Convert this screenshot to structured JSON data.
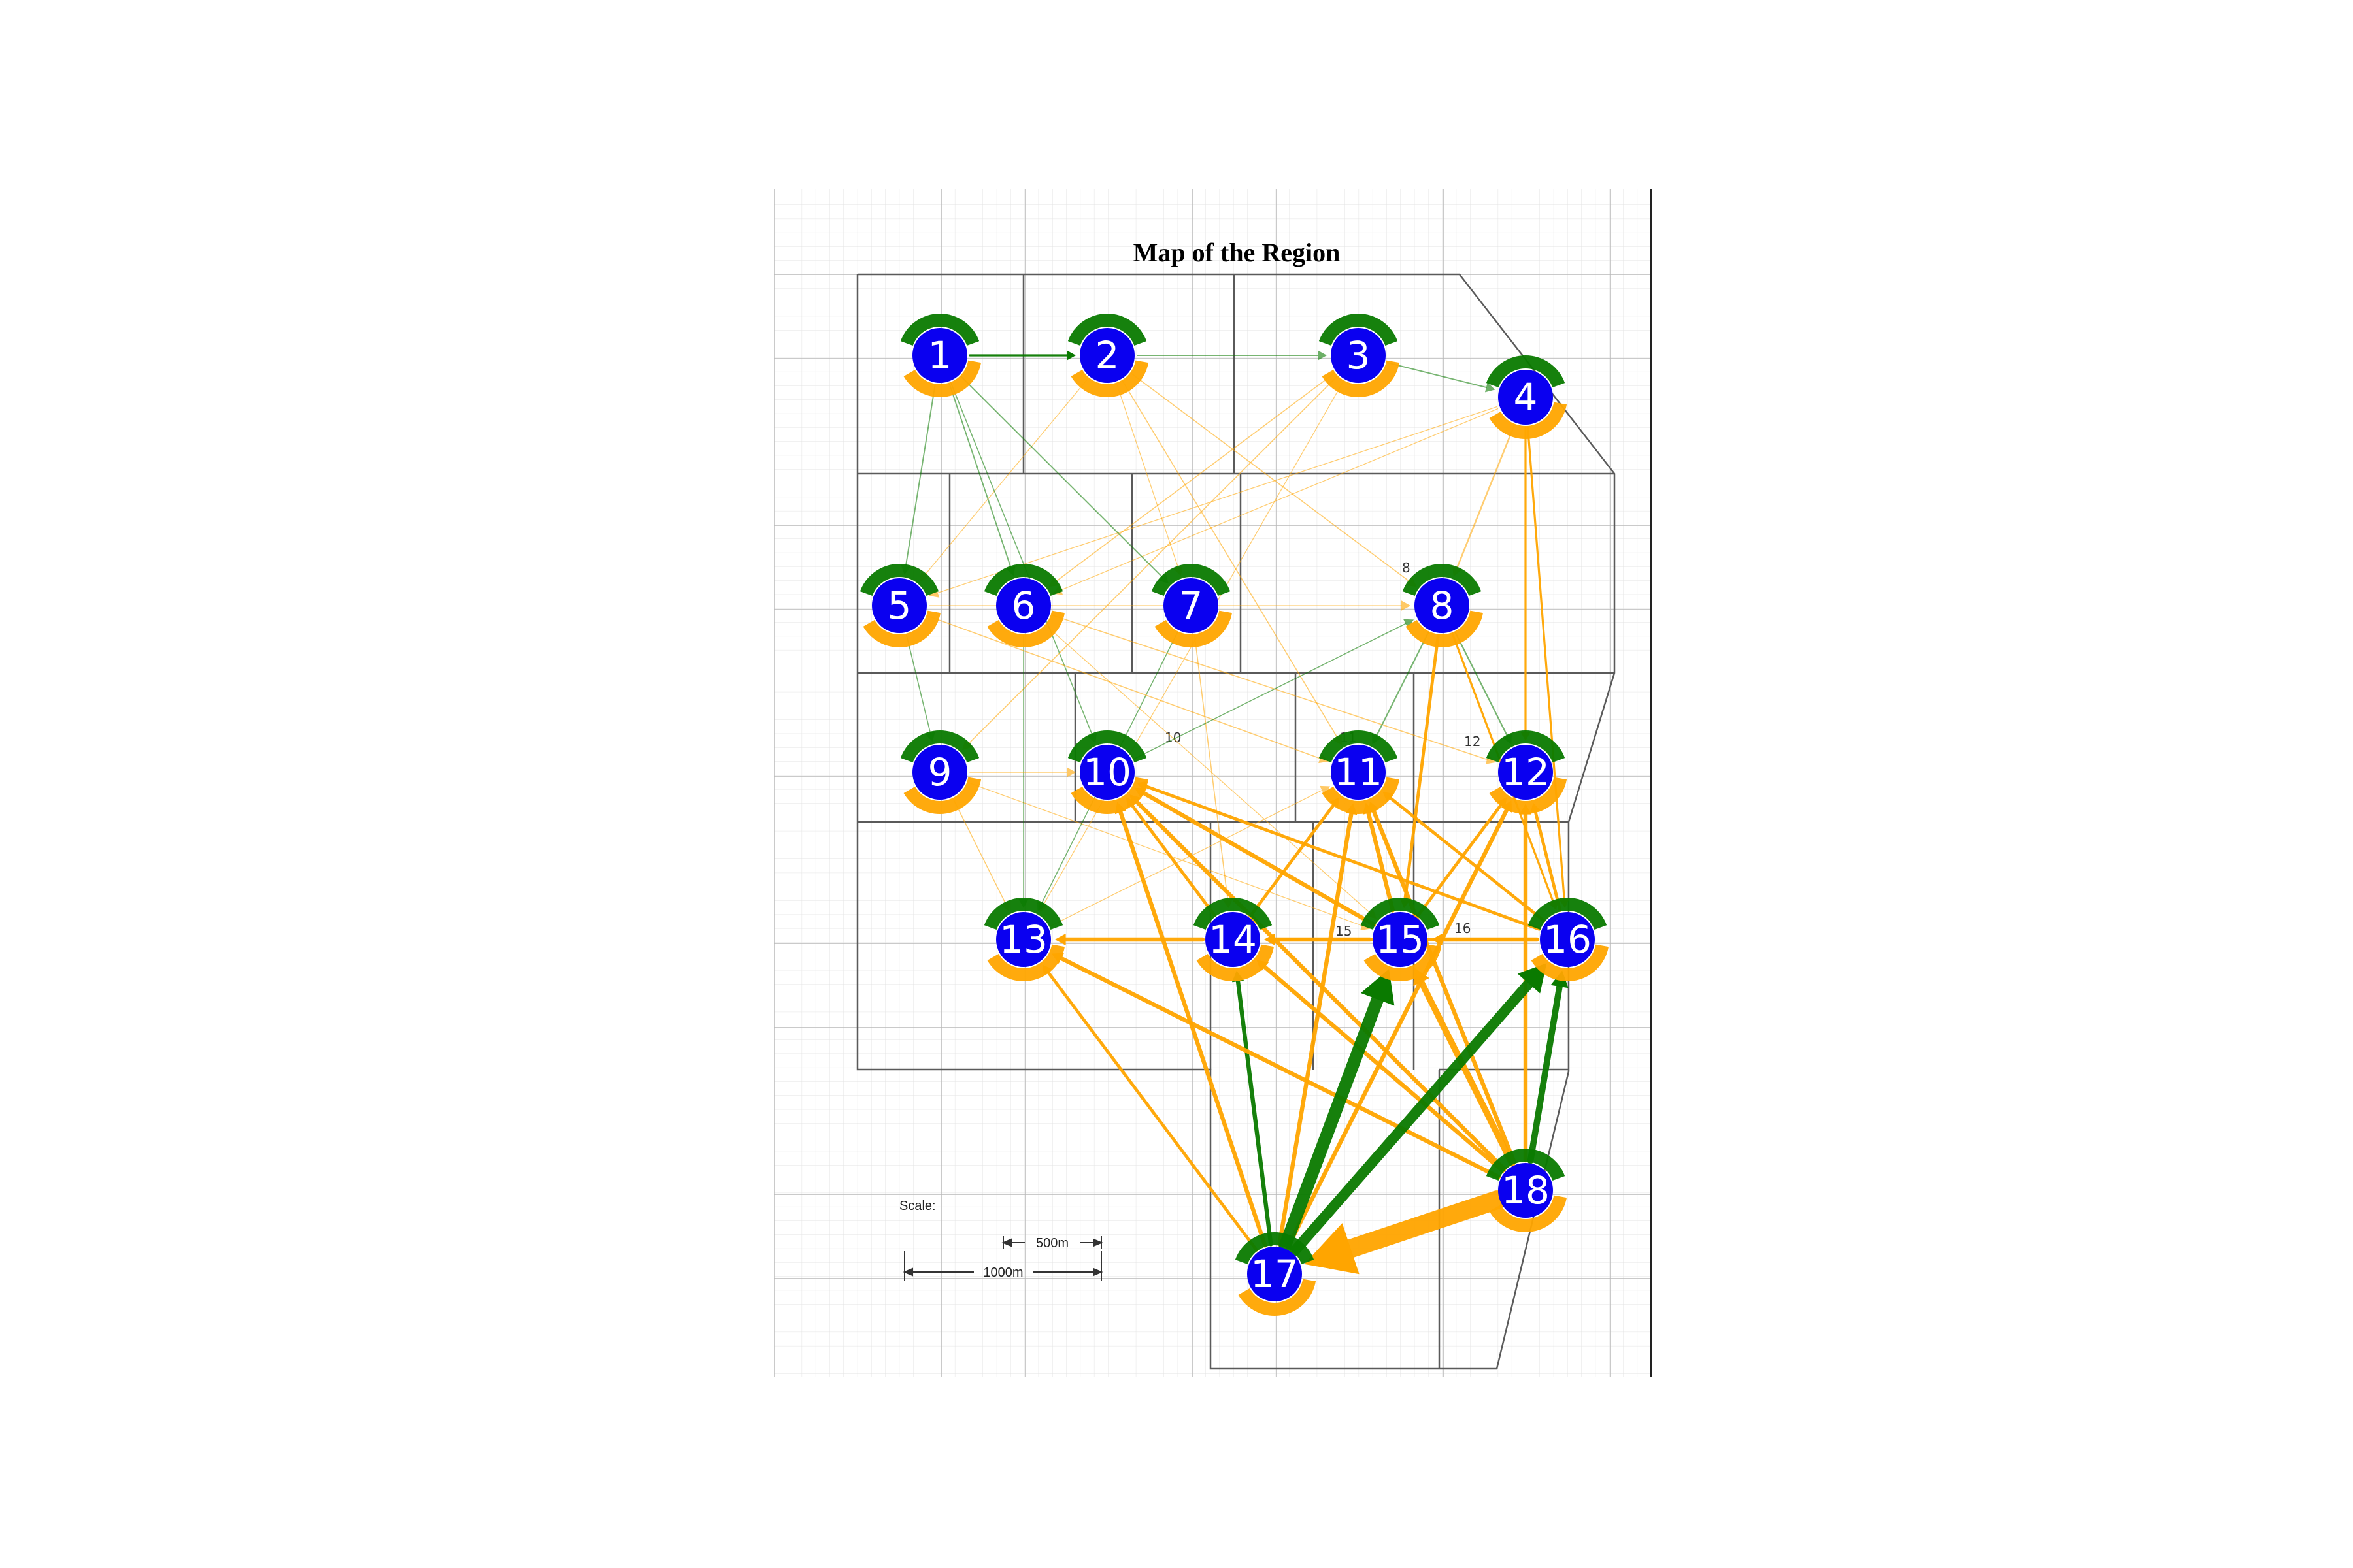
{
  "title": "Map of the Region",
  "colors": {
    "node_fill": "#0a00f0",
    "node_text": "#ffffff",
    "flow_out": "#ffa500",
    "flow_in": "#0a7a00",
    "grid": "#cfcfcf",
    "boundary": "#555555"
  },
  "nodes": [
    {
      "id": "1",
      "label": "1"
    },
    {
      "id": "2",
      "label": "2"
    },
    {
      "id": "3",
      "label": "3"
    },
    {
      "id": "4",
      "label": "4"
    },
    {
      "id": "5",
      "label": "5"
    },
    {
      "id": "6",
      "label": "6"
    },
    {
      "id": "7",
      "label": "7"
    },
    {
      "id": "8",
      "label": "8"
    },
    {
      "id": "9",
      "label": "9"
    },
    {
      "id": "10",
      "label": "10"
    },
    {
      "id": "11",
      "label": "11"
    },
    {
      "id": "12",
      "label": "12"
    },
    {
      "id": "13",
      "label": "13"
    },
    {
      "id": "14",
      "label": "14"
    },
    {
      "id": "15",
      "label": "15"
    },
    {
      "id": "16",
      "label": "16"
    },
    {
      "id": "17",
      "label": "17"
    },
    {
      "id": "18",
      "label": "18"
    }
  ],
  "zone_labels": [
    "8",
    "10",
    "11",
    "12",
    "15",
    "16"
  ],
  "scale": {
    "label": "Scale:",
    "short_bar": "500m",
    "long_bar": "1000m"
  },
  "flows": [
    {
      "from": "18",
      "to": "17",
      "color": "flow_out",
      "weight": 9
    },
    {
      "from": "17",
      "to": "15",
      "color": "flow_in",
      "weight": 6
    },
    {
      "from": "17",
      "to": "16",
      "color": "flow_in",
      "weight": 5
    },
    {
      "from": "18",
      "to": "16",
      "color": "flow_in",
      "weight": 3
    },
    {
      "from": "17",
      "to": "14",
      "color": "flow_in",
      "weight": 2
    },
    {
      "from": "18",
      "to": "15",
      "color": "flow_out",
      "weight": 3
    },
    {
      "from": "18",
      "to": "14",
      "color": "flow_out",
      "weight": 2
    },
    {
      "from": "18",
      "to": "13",
      "color": "flow_out",
      "weight": 2
    },
    {
      "from": "18",
      "to": "12",
      "color": "flow_out",
      "weight": 2
    },
    {
      "from": "18",
      "to": "11",
      "color": "flow_out",
      "weight": 2
    },
    {
      "from": "18",
      "to": "10",
      "color": "flow_out",
      "weight": 2
    },
    {
      "from": "17",
      "to": "13",
      "color": "flow_out",
      "weight": 1.5
    },
    {
      "from": "17",
      "to": "10",
      "color": "flow_out",
      "weight": 2
    },
    {
      "from": "17",
      "to": "11",
      "color": "flow_out",
      "weight": 2
    },
    {
      "from": "17",
      "to": "12",
      "color": "flow_out",
      "weight": 2
    },
    {
      "from": "16",
      "to": "15",
      "color": "flow_out",
      "weight": 2
    },
    {
      "from": "16",
      "to": "14",
      "color": "flow_out",
      "weight": 1.5
    },
    {
      "from": "16",
      "to": "12",
      "color": "flow_out",
      "weight": 1.5
    },
    {
      "from": "16",
      "to": "11",
      "color": "flow_out",
      "weight": 1.5
    },
    {
      "from": "16",
      "to": "10",
      "color": "flow_out",
      "weight": 1.5
    },
    {
      "from": "15",
      "to": "14",
      "color": "flow_out",
      "weight": 2
    },
    {
      "from": "15",
      "to": "12",
      "color": "flow_out",
      "weight": 1.5
    },
    {
      "from": "15",
      "to": "11",
      "color": "flow_out",
      "weight": 2
    },
    {
      "from": "15",
      "to": "10",
      "color": "flow_out",
      "weight": 2
    },
    {
      "from": "14",
      "to": "13",
      "color": "flow_out",
      "weight": 2
    },
    {
      "from": "14",
      "to": "11",
      "color": "flow_out",
      "weight": 1.5
    },
    {
      "from": "14",
      "to": "10",
      "color": "flow_out",
      "weight": 1.5
    },
    {
      "from": "8",
      "to": "15",
      "color": "flow_out",
      "weight": 1.5
    },
    {
      "from": "8",
      "to": "16",
      "color": "flow_out",
      "weight": 1
    },
    {
      "from": "4",
      "to": "12",
      "color": "flow_out",
      "weight": 1
    },
    {
      "from": "4",
      "to": "16",
      "color": "flow_out",
      "weight": 1
    },
    {
      "from": "4",
      "to": "8",
      "color": "flow_out",
      "weight": 0.8
    },
    {
      "from": "1",
      "to": "2",
      "color": "flow_in",
      "weight": 1
    },
    {
      "from": "2",
      "to": "3",
      "color": "flow_in",
      "weight": 0.6
    },
    {
      "from": "3",
      "to": "4",
      "color": "flow_in",
      "weight": 0.6
    },
    {
      "from": "1",
      "to": "5",
      "color": "flow_in",
      "weight": 0.6
    },
    {
      "from": "1",
      "to": "6",
      "color": "flow_in",
      "weight": 0.6
    },
    {
      "from": "1",
      "to": "7",
      "color": "flow_in",
      "weight": 0.6
    },
    {
      "from": "1",
      "to": "10",
      "color": "flow_in",
      "weight": 0.5
    },
    {
      "from": "2",
      "to": "8",
      "color": "flow_out",
      "weight": 0.5
    },
    {
      "from": "3",
      "to": "6",
      "color": "flow_out",
      "weight": 0.5
    },
    {
      "from": "3",
      "to": "9",
      "color": "flow_out",
      "weight": 0.5
    },
    {
      "from": "2",
      "to": "11",
      "color": "flow_out",
      "weight": 0.5
    },
    {
      "from": "5",
      "to": "9",
      "color": "flow_in",
      "weight": 0.5
    },
    {
      "from": "6",
      "to": "13",
      "color": "flow_in",
      "weight": 0.5
    },
    {
      "from": "7",
      "to": "13",
      "color": "flow_in",
      "weight": 0.5
    },
    {
      "from": "9",
      "to": "13",
      "color": "flow_out",
      "weight": 0.5
    },
    {
      "from": "5",
      "to": "11",
      "color": "flow_out",
      "weight": 0.5
    },
    {
      "from": "6",
      "to": "12",
      "color": "flow_out",
      "weight": 0.5
    },
    {
      "from": "7",
      "to": "14",
      "color": "flow_out",
      "weight": 0.5
    },
    {
      "from": "8",
      "to": "11",
      "color": "flow_in",
      "weight": 0.7
    },
    {
      "from": "8",
      "to": "12",
      "color": "flow_in",
      "weight": 0.7
    },
    {
      "from": "9",
      "to": "10",
      "color": "flow_out",
      "weight": 0.5
    },
    {
      "from": "5",
      "to": "8",
      "color": "flow_out",
      "weight": 0.4
    },
    {
      "from": "3",
      "to": "13",
      "color": "flow_out",
      "weight": 0.4
    },
    {
      "from": "4",
      "to": "5",
      "color": "flow_out",
      "weight": 0.4
    },
    {
      "from": "4",
      "to": "6",
      "color": "flow_out",
      "weight": 0.4
    },
    {
      "from": "2",
      "to": "5",
      "color": "flow_out",
      "weight": 0.4
    },
    {
      "from": "2",
      "to": "7",
      "color": "flow_out",
      "weight": 0.4
    },
    {
      "from": "10",
      "to": "8",
      "color": "flow_in",
      "weight": 0.5
    },
    {
      "from": "13",
      "to": "11",
      "color": "flow_out",
      "weight": 0.4
    },
    {
      "from": "6",
      "to": "15",
      "color": "flow_out",
      "weight": 0.4
    },
    {
      "from": "9",
      "to": "15",
      "color": "flow_out",
      "weight": 0.4
    }
  ]
}
